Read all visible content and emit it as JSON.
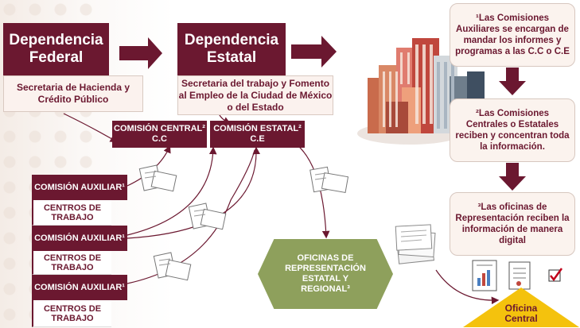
{
  "federal": {
    "title": "Dependencia Federal",
    "subtitle": "Secretaria de Hacienda y Crédito Público"
  },
  "estatal": {
    "title": "Dependencia Estatal",
    "subtitle": "Secretaria del trabajo y Fomento al Empleo de la Ciudad de México o del Estado"
  },
  "comision_central": "COMISIÓN CENTRAL² C.C",
  "comision_estatal": "COMISIÓN ESTATAL² C.E",
  "auxiliares": [
    {
      "comision": "COMISIÓN AUXILIAR¹",
      "centros": "CENTROS DE TRABAJO"
    },
    {
      "comision": "COMISIÓN AUXILIAR¹",
      "centros": "CENTROS DE TRABAJO"
    },
    {
      "comision": "COMISIÓN AUXILIAR¹",
      "centros": "CENTROS DE TRABAJO"
    }
  ],
  "oficinas_representacion": "OFICINAS DE REPRESENTACIÓN ESTATAL Y REGIONAL³",
  "steps": [
    "¹Las Comisiones Auxiliares se encargan de mandar los informes y programas a las C.C o C.E",
    "²Las Comisiones Centrales o Estatales reciben y concentran toda la información.",
    "³Las oficinas de Representación reciben la información de manera digital"
  ],
  "oficina_central": "Oficina Central",
  "colors": {
    "maroon": "#6b1830",
    "olive": "#8ea05c",
    "gold": "#f4c20d",
    "light": "#fbf3ee"
  },
  "icons": [
    "document-icon",
    "stack-of-papers-icon",
    "report-icon",
    "checkbox-icon",
    "buildings-icon"
  ]
}
